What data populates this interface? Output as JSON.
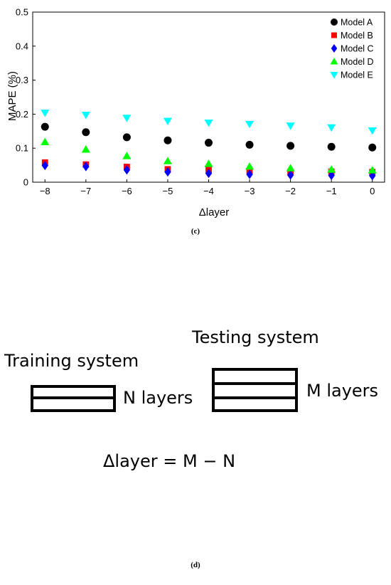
{
  "chart_data": {
    "type": "scatter",
    "xlabel": "Δlayer",
    "ylabel": "MAPE (%)",
    "xlim": [
      -8.3,
      0.3
    ],
    "ylim": [
      0,
      0.5
    ],
    "xticks": [
      -8,
      -7,
      -6,
      -5,
      -4,
      -3,
      -2,
      -1,
      0
    ],
    "xtick_labels": [
      "−8",
      "−7",
      "−6",
      "−5",
      "−4",
      "−3",
      "−2",
      "−1",
      "0"
    ],
    "yticks": [
      0,
      0.1,
      0.2,
      0.3,
      0.4,
      0.5
    ],
    "ytick_labels": [
      "0",
      "0.1",
      "0.2",
      "0.3",
      "0.4",
      "0.5"
    ],
    "grid": false,
    "legend_position": "top-right",
    "x": [
      -8,
      -7,
      -6,
      -5,
      -4,
      -3,
      -2,
      -1,
      0
    ],
    "series": [
      {
        "name": "Model A",
        "marker": "circle",
        "color": "#000000",
        "values": [
          0.163,
          0.147,
          0.132,
          0.123,
          0.116,
          0.11,
          0.107,
          0.104,
          0.102
        ]
      },
      {
        "name": "Model B",
        "marker": "square",
        "color": "#ff0000",
        "values": [
          0.058,
          0.052,
          0.045,
          0.038,
          0.036,
          0.033,
          0.03,
          0.031,
          0.03
        ]
      },
      {
        "name": "Model C",
        "marker": "diamond",
        "color": "#0000ff",
        "values": [
          0.049,
          0.046,
          0.036,
          0.03,
          0.026,
          0.023,
          0.021,
          0.02,
          0.019
        ]
      },
      {
        "name": "Model D",
        "marker": "triangle-up",
        "color": "#00ff00",
        "values": [
          0.118,
          0.096,
          0.077,
          0.062,
          0.054,
          0.046,
          0.041,
          0.037,
          0.035
        ]
      },
      {
        "name": "Model E",
        "marker": "triangle-down",
        "color": "#00ffff",
        "values": [
          0.204,
          0.198,
          0.189,
          0.18,
          0.175,
          0.171,
          0.166,
          0.161,
          0.152
        ]
      }
    ]
  },
  "captions": {
    "c": "(c)",
    "d": "(d)"
  },
  "diagram": {
    "training_label": "Training system",
    "testing_label": "Testing system",
    "n_layers_label": "N layers",
    "m_layers_label": "M layers",
    "equation": "Δlayer = M − N"
  }
}
